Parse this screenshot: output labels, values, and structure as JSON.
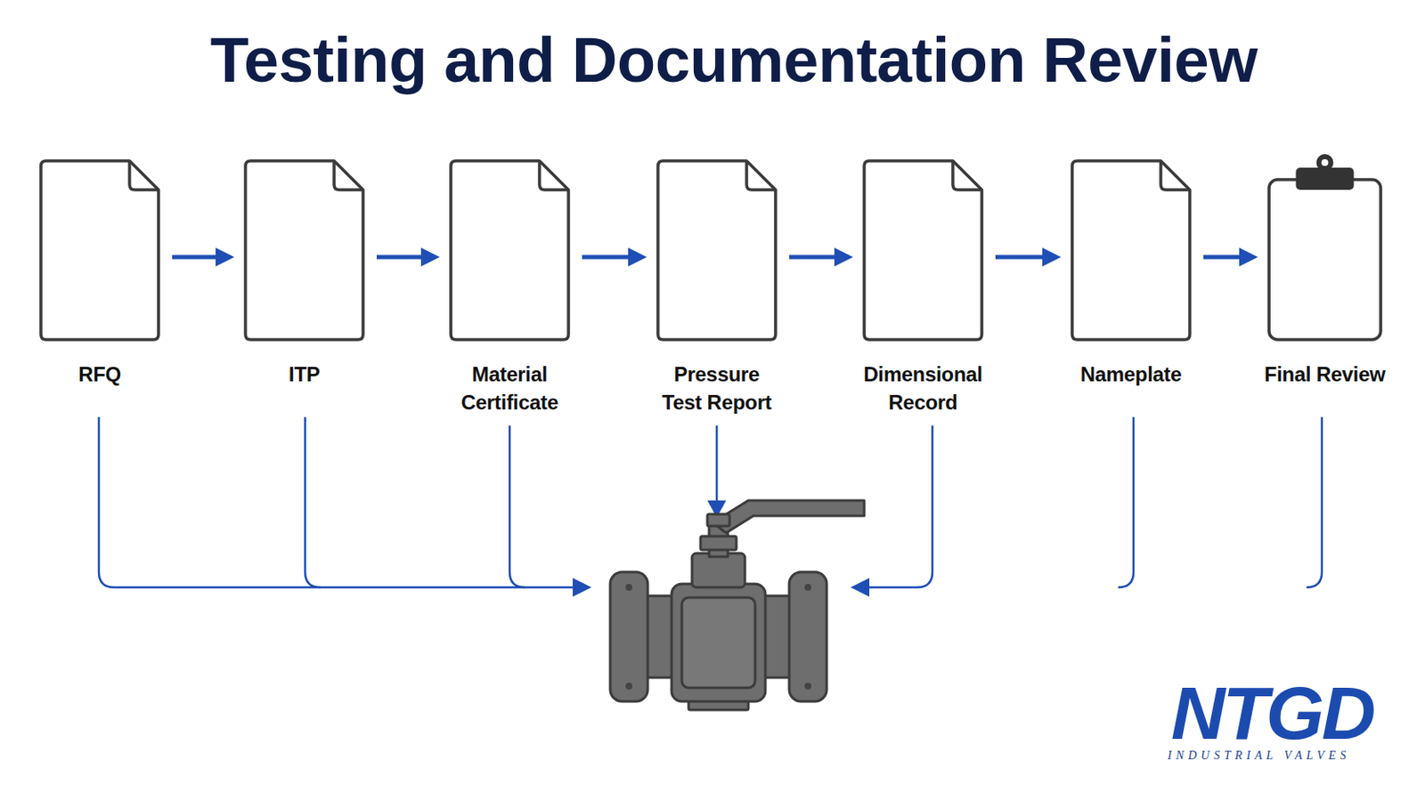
{
  "diagram": {
    "title": "Testing and Documentation Review",
    "nodes": [
      {
        "text": [
          "RFQ"
        ]
      },
      {
        "text": [
          "ITP"
        ]
      },
      {
        "text": [
          "Material Certificate"
        ]
      },
      {
        "text": [
          "Pressure Test Report"
        ]
      },
      {
        "text": [
          "Dimensional Record"
        ]
      },
      {
        "text": [
          "Nameplate"
        ]
      },
      {
        "text": [
          "Final Review"
        ]
      }
    ],
    "edges": [
      {
        "from": 0,
        "to": 1,
        "arrow": "to"
      },
      {
        "from": 1,
        "to": 2,
        "arrow": "to"
      },
      {
        "from": 2,
        "to": 3,
        "arrow": "to"
      },
      {
        "from": 3,
        "to": 4,
        "arrow": "to"
      },
      {
        "from": 4,
        "to": 5,
        "arrow": "to"
      },
      {
        "from": 5,
        "to": 6,
        "arrow": "to"
      }
    ],
    "labels": [
      "NTGD",
      "INDUSTRIAL VALVES"
    ]
  }
}
